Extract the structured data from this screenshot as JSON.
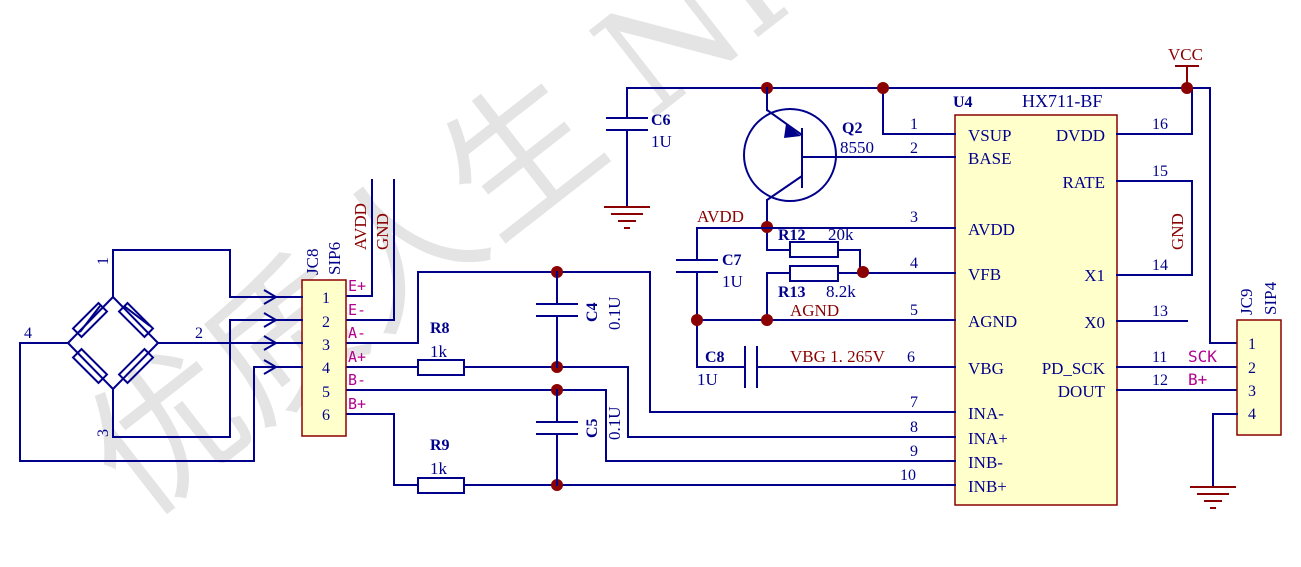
{
  "watermark": {
    "text": "优质人生 Nice-L"
  },
  "supply": {
    "vcc": "VCC"
  },
  "ic": {
    "designator": "U4",
    "part": "HX711-BF",
    "left_pins": [
      {
        "num": "1",
        "name": "VSUP"
      },
      {
        "num": "2",
        "name": "BASE"
      },
      {
        "num": "3",
        "name": "AVDD"
      },
      {
        "num": "4",
        "name": "VFB"
      },
      {
        "num": "5",
        "name": "AGND"
      },
      {
        "num": "6",
        "name": "VBG"
      },
      {
        "num": "7",
        "name": "INA-"
      },
      {
        "num": "8",
        "name": "INA+"
      },
      {
        "num": "9",
        "name": "INB-"
      },
      {
        "num": "10",
        "name": "INB+"
      }
    ],
    "right_pins": [
      {
        "num": "16",
        "name": "DVDD"
      },
      {
        "num": "15",
        "name": "RATE"
      },
      {
        "num": "14",
        "name": "X1"
      },
      {
        "num": "13",
        "name": "X0"
      },
      {
        "num": "11",
        "name": "PD_SCK"
      },
      {
        "num": "12",
        "name": "DOUT"
      }
    ]
  },
  "components": {
    "c6": {
      "ref": "C6",
      "value": "1U"
    },
    "q2": {
      "ref": "Q2",
      "value": "8550"
    },
    "c7": {
      "ref": "C7",
      "value": "1U"
    },
    "c8": {
      "ref": "C8",
      "value": "1U"
    },
    "r12": {
      "ref": "R12",
      "value": "20k"
    },
    "r13": {
      "ref": "R13",
      "value": "8.2k"
    },
    "r8": {
      "ref": "R8",
      "value": "1k"
    },
    "r9": {
      "ref": "R9",
      "value": "1k"
    },
    "c4": {
      "ref": "C4",
      "value": "0.1U"
    },
    "c5": {
      "ref": "C5",
      "value": "0.1U"
    }
  },
  "nets": {
    "avdd_q": "AVDD",
    "agnd": "AGND",
    "vbg": "VBG 1. 265V",
    "avdd_jc8": "AVDD",
    "gnd_jc8": "GND",
    "gnd_rate": "GND",
    "sck": "SCK",
    "bplus": "B+"
  },
  "jc8": {
    "designator": "JC8",
    "type": "SIP6",
    "pins": [
      "1",
      "2",
      "3",
      "4",
      "5",
      "6"
    ],
    "labels": [
      "E+",
      "E-",
      "A-",
      "A+",
      "B-",
      "B+"
    ]
  },
  "jc9": {
    "designator": "JC9",
    "type": "SIP4",
    "pins": [
      "1",
      "2",
      "3",
      "4"
    ]
  },
  "bridge": {
    "nodes": [
      "1",
      "2",
      "3",
      "4"
    ]
  }
}
